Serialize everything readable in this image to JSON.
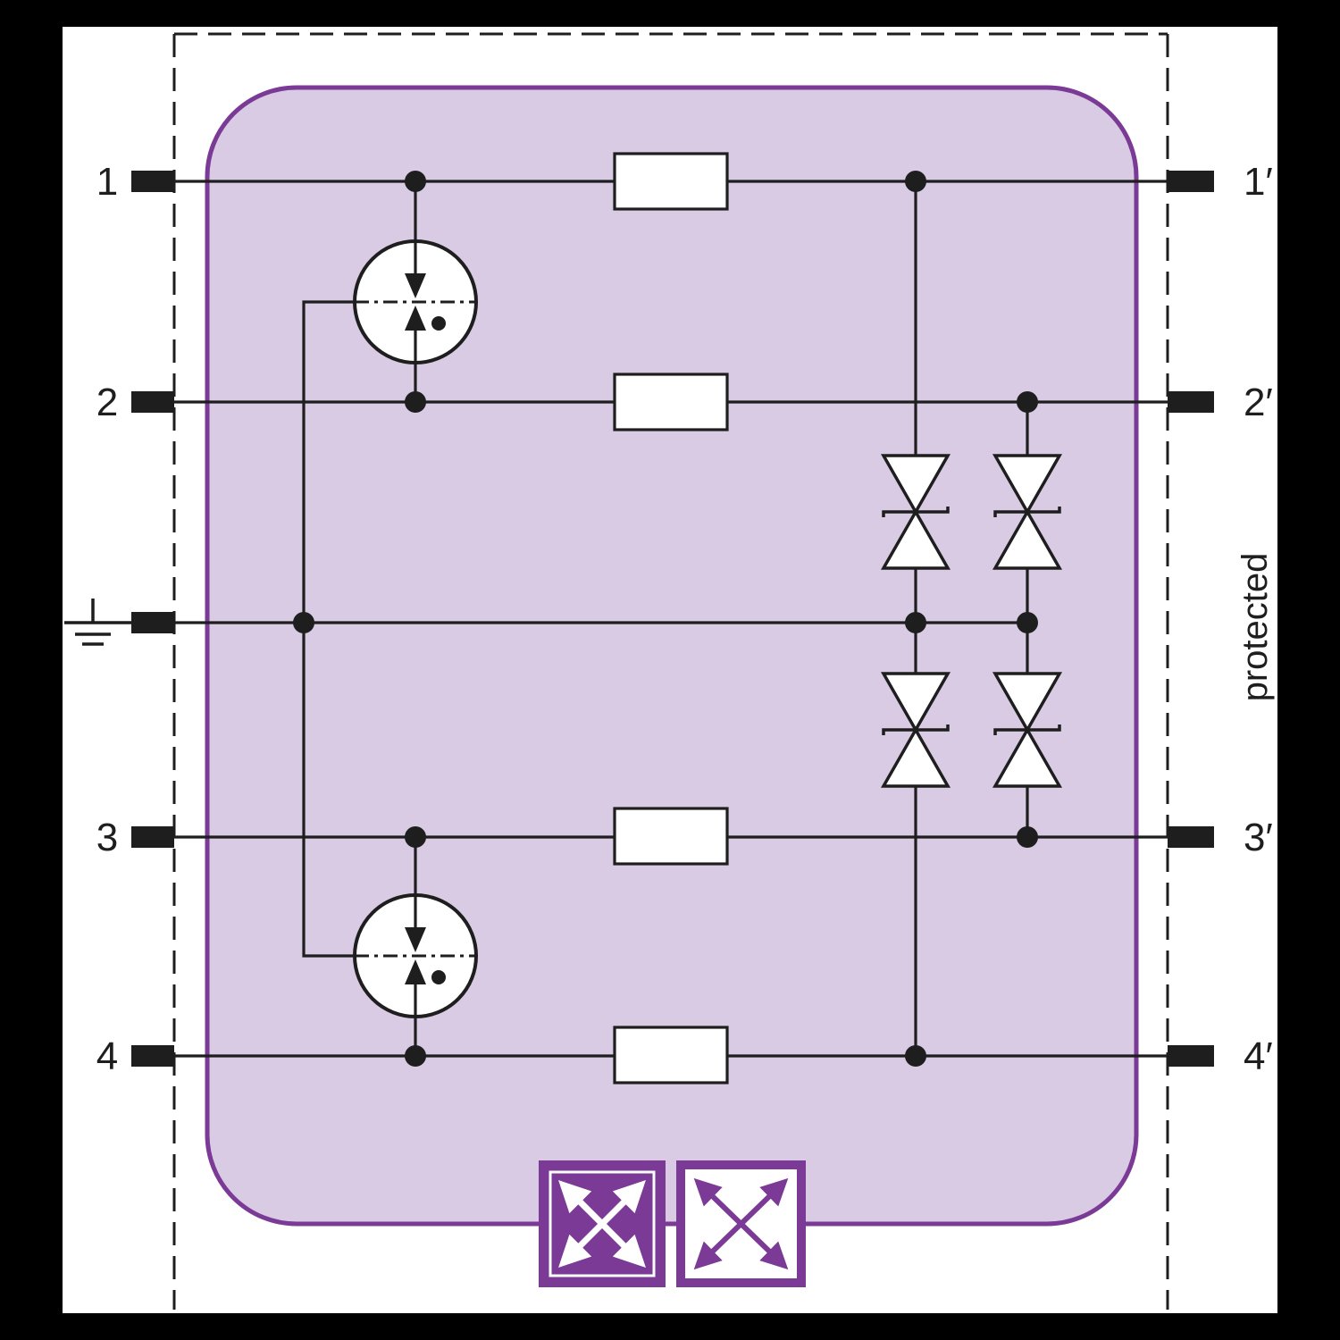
{
  "diagram": {
    "input_terminals": [
      "1",
      "2",
      "3",
      "4"
    ],
    "output_terminals": [
      "1′",
      "2′",
      "3′",
      "4′"
    ],
    "side_label": "protected",
    "ground_symbol": "ground-icon",
    "components": {
      "resistors": 4,
      "gas_discharge_tubes": 2,
      "bidirectional_tvs_diodes": 4
    },
    "colors": {
      "frame": "#000000",
      "background": "#ffffff",
      "module_fill": "#d8cbe3",
      "module_border": "#7a3a96",
      "line": "#1e1e1e",
      "badge": "#7a3a96"
    }
  }
}
